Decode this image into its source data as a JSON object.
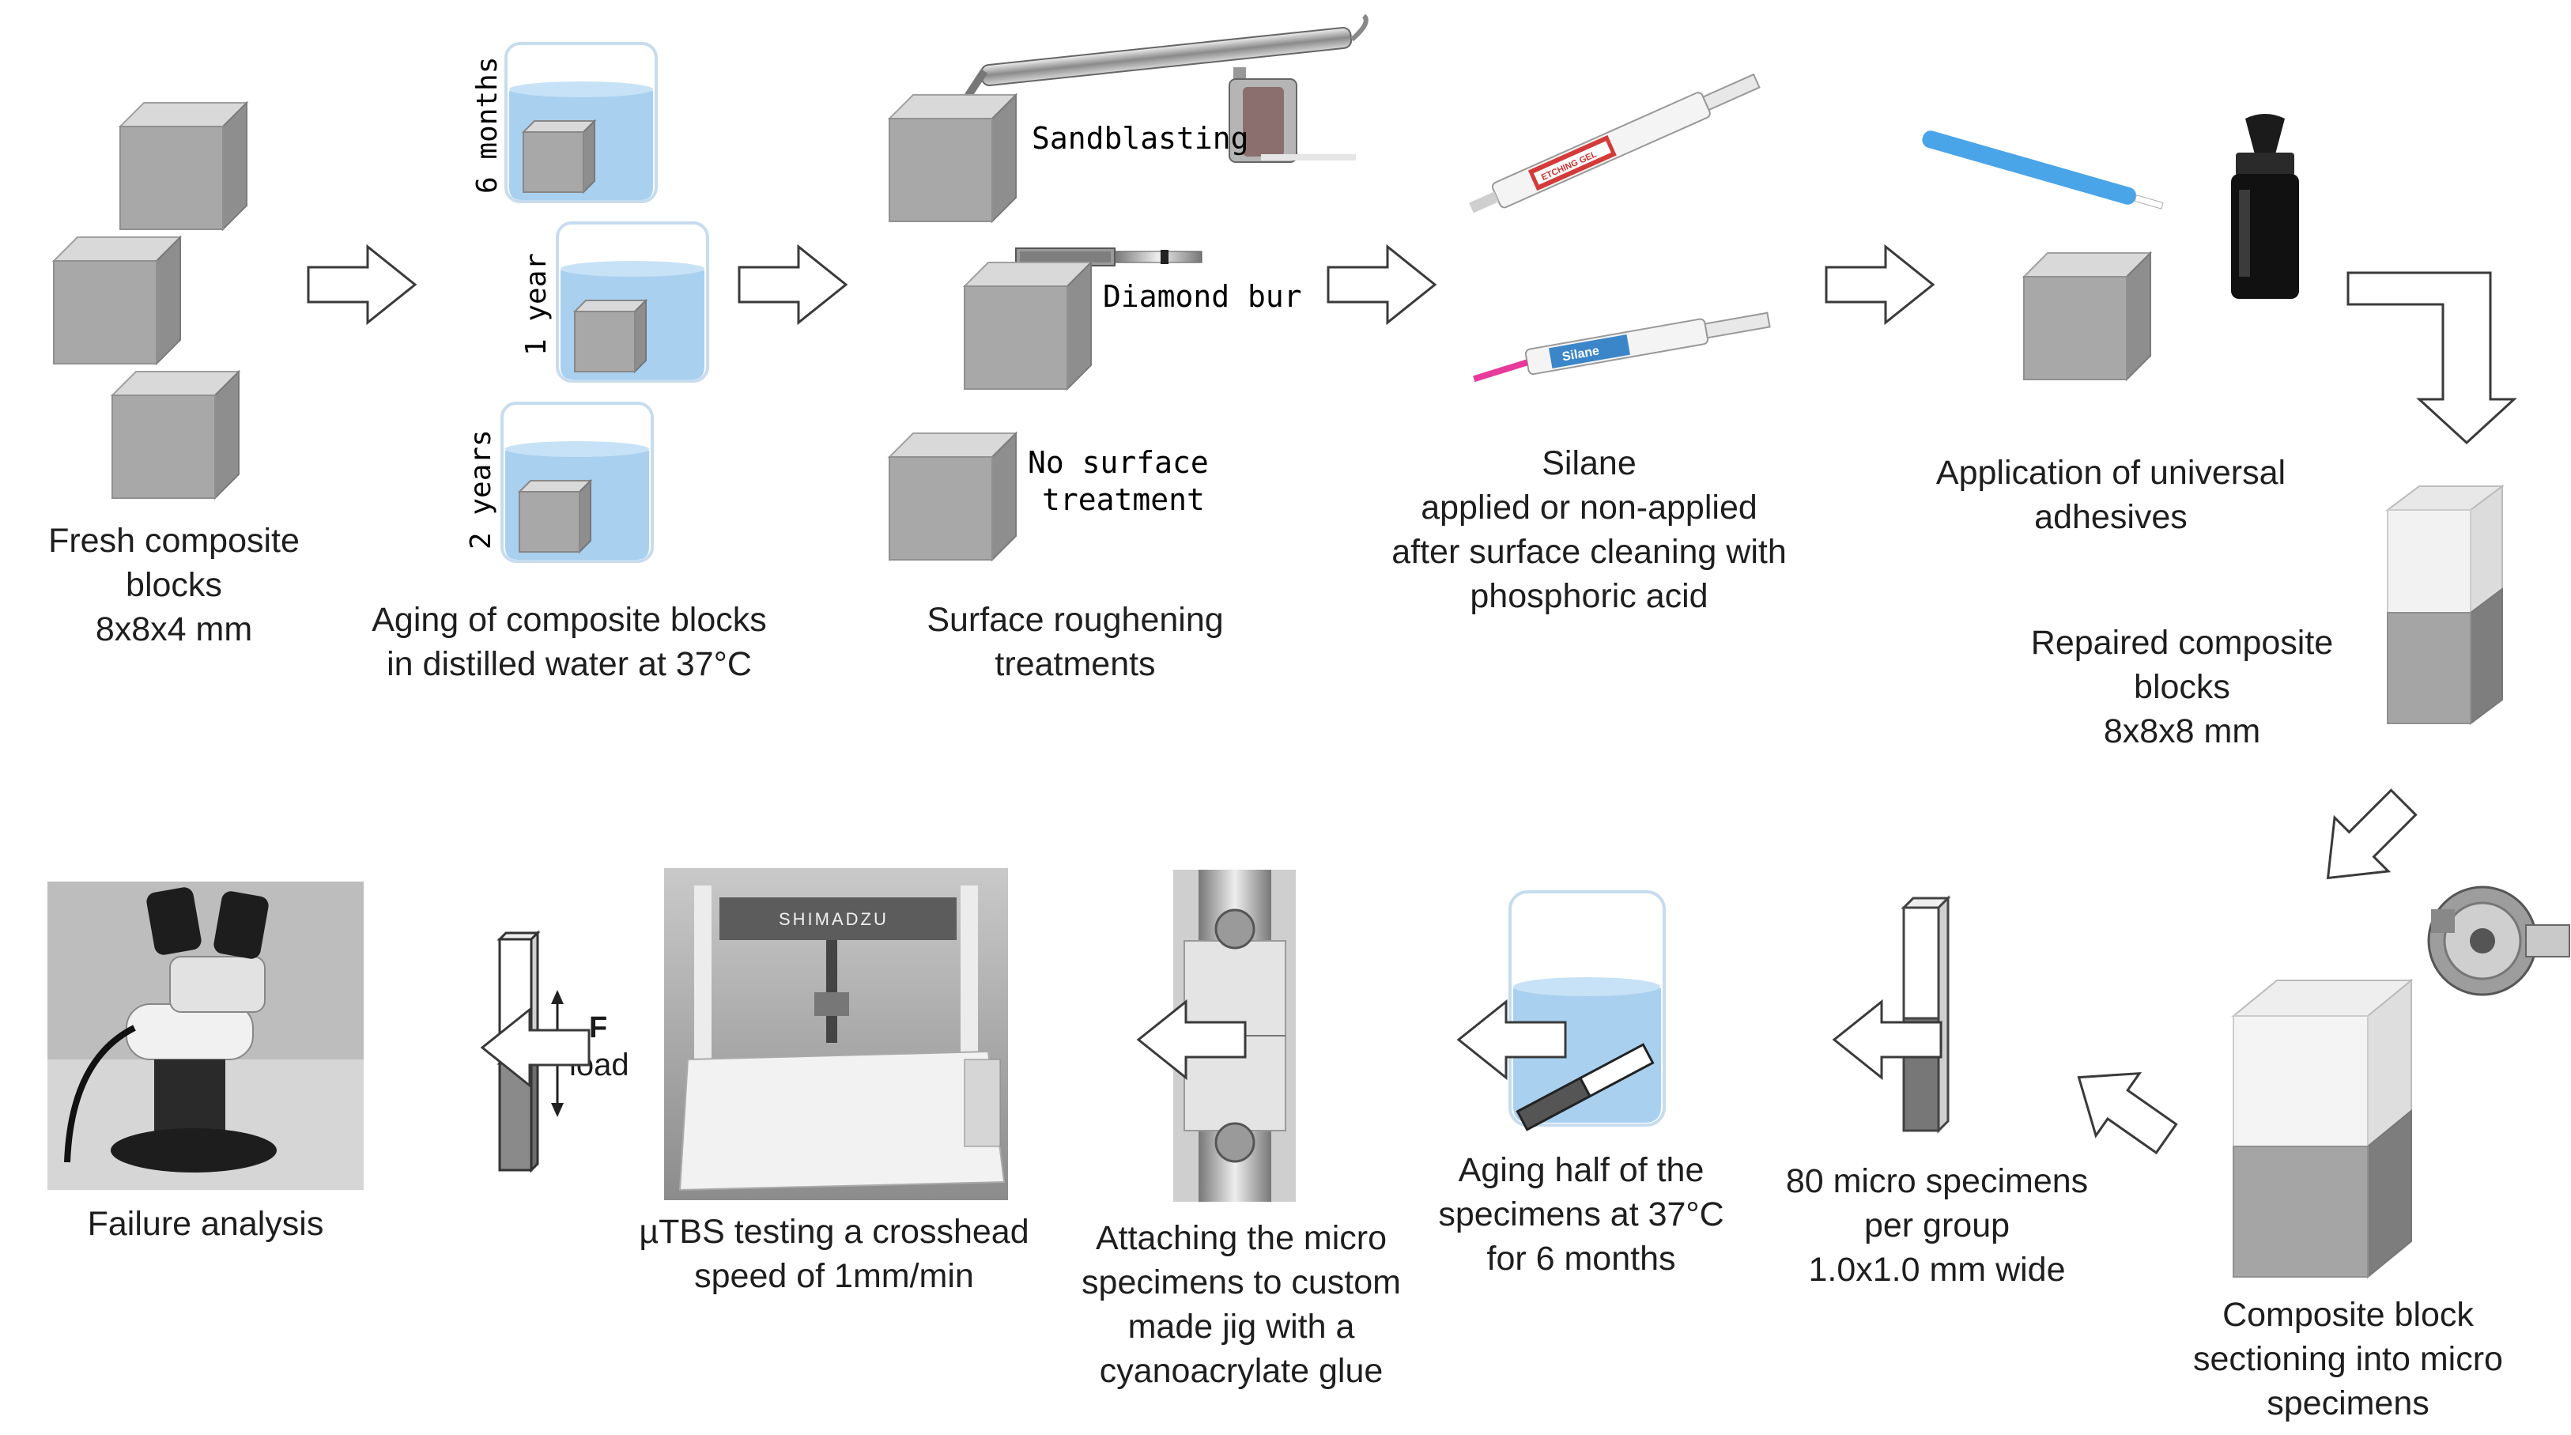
{
  "steps": {
    "fresh": {
      "lines": [
        "Fresh composite",
        "blocks",
        "8x8x4 mm"
      ]
    },
    "aging": {
      "lines": [
        "Aging of composite blocks",
        "in distilled water at 37°C"
      ],
      "durations": [
        "6 months",
        "1 year",
        "2 years"
      ]
    },
    "roughening": {
      "lines": [
        "Surface roughening",
        "treatments"
      ],
      "options": {
        "sandblasting": "Sandblasting",
        "diamond_bur": "Diamond bur",
        "none": [
          "No surface",
          "treatment"
        ]
      }
    },
    "silane": {
      "lines": [
        "Silane",
        "applied or non-applied",
        "after surface cleaning with",
        "phosphoric acid"
      ],
      "syringe_labels": [
        "ETCHING GEL",
        "Silane"
      ]
    },
    "adhesive": {
      "lines": [
        "Application of universal",
        "adhesives"
      ]
    },
    "repaired": {
      "lines": [
        "Repaired composite",
        "blocks",
        "8x8x8 mm"
      ]
    },
    "sectioning": {
      "lines": [
        "Composite block",
        "sectioning into micro",
        "specimens"
      ]
    },
    "micro": {
      "lines": [
        "80 micro specimens",
        "per group",
        "1.0x1.0 mm wide"
      ]
    },
    "aging_half": {
      "lines": [
        "Aging half of the",
        "specimens at 37°C",
        "for 6 months"
      ]
    },
    "jig": {
      "lines": [
        "Attaching the micro",
        "specimens to custom",
        "made jig with  a",
        "cyanoacrylate glue"
      ]
    },
    "testing": {
      "lines": [
        "µTBS testing a crosshead",
        "speed of 1mm/min"
      ],
      "machine_brand": "SHIMADZU"
    },
    "load": {
      "symbol": "F",
      "label": "load"
    },
    "failure": {
      "lines": [
        "Failure analysis"
      ]
    }
  }
}
